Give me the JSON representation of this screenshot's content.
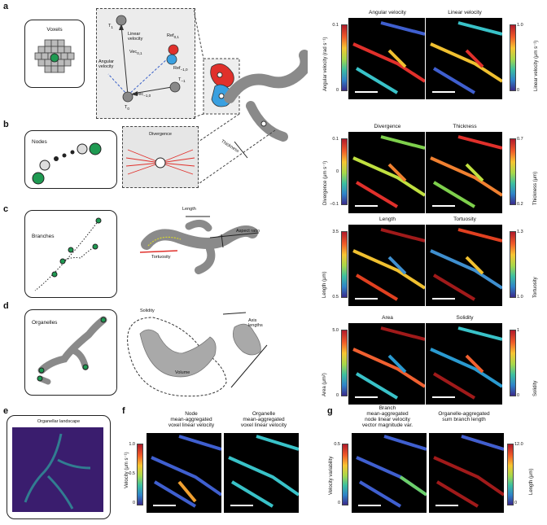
{
  "panels": {
    "a": "a",
    "b": "b",
    "c": "c",
    "d": "d",
    "e": "e",
    "f": "f",
    "g": "g"
  },
  "a": {
    "voxels": "Voxels",
    "t1": "T",
    "t1_sub": "1",
    "t0": "T",
    "t0_sub": "0",
    "tm1": "T",
    "tm1_sub": "−1",
    "linear": "Linear\nvelocity",
    "vec01": "Vec",
    "vec01_sub": "0,1",
    "angular": "Angular\nvelocity",
    "vecm10": "Vec",
    "vecm10_sub": "−1,0",
    "ref01": "Ref",
    "ref01_sub": "0,1",
    "refm10": "Ref",
    "refm10_sub": "−1,0"
  },
  "b": {
    "nodes": "Nodes",
    "divergence": "Divergence",
    "thickness": "Thickness"
  },
  "c": {
    "branches": "Branches",
    "length": "Length",
    "aspect": "Aspect ratio",
    "tortuosity": "Tortuosity"
  },
  "d": {
    "organelles": "Organelles",
    "solidity": "Solidity",
    "axis": "Axis\nlengths",
    "volume": "Volume"
  },
  "e": {
    "title": "Organellar landscape"
  },
  "f": {
    "title_left": "Node\nmean-aggregated\nvoxel linear velocity",
    "title_right": "Organelle\nmean-aggregated\nvoxel linear velocity",
    "ylabel": "Velocity (μm s⁻¹)",
    "ticks": [
      "1.0",
      "0.5",
      "0"
    ]
  },
  "g": {
    "title_left": "Branch\nmean-aggregated\nnode linear velocity\nvector magnitude var.",
    "title_right": "Organelle-aggregated\nsum branch length",
    "ylabel_left": "Velocity variability",
    "ylabel_right": "Length (μm)",
    "ticks_left": [
      "0.5",
      "0"
    ],
    "ticks_right": [
      "12.0",
      "0"
    ]
  },
  "maps": [
    {
      "left_title": "Angular velocity",
      "right_title": "Linear velocity",
      "ylabel_left": "Angular velocity (rad s⁻¹)",
      "ylabel_right": "Linear velocity (μm s⁻¹)",
      "ticks_left": [
        "0.1",
        "0"
      ],
      "ticks_right": [
        "1.0",
        "0"
      ]
    },
    {
      "left_title": "Divergence",
      "right_title": "Thickness",
      "ylabel_left": "Divergence (μm s⁻¹)",
      "ylabel_right": "Thickness (μm)",
      "ticks_left": [
        "0.1",
        "0",
        "−0.1"
      ],
      "ticks_right": [
        "0.7",
        "0.2"
      ]
    },
    {
      "left_title": "Length",
      "right_title": "Tortuosity",
      "ylabel_left": "Length (μm)",
      "ylabel_right": "Tortuosity",
      "ticks_left": [
        "3.5",
        "0.5"
      ],
      "ticks_right": [
        "1.3",
        "1.0"
      ]
    },
    {
      "left_title": "Area",
      "right_title": "Solidity",
      "ylabel_left": "Area (μm²)",
      "ylabel_right": "Solidity",
      "ticks_left": [
        "5.0",
        "0"
      ],
      "ticks_right": [
        "1",
        "0"
      ]
    }
  ]
}
